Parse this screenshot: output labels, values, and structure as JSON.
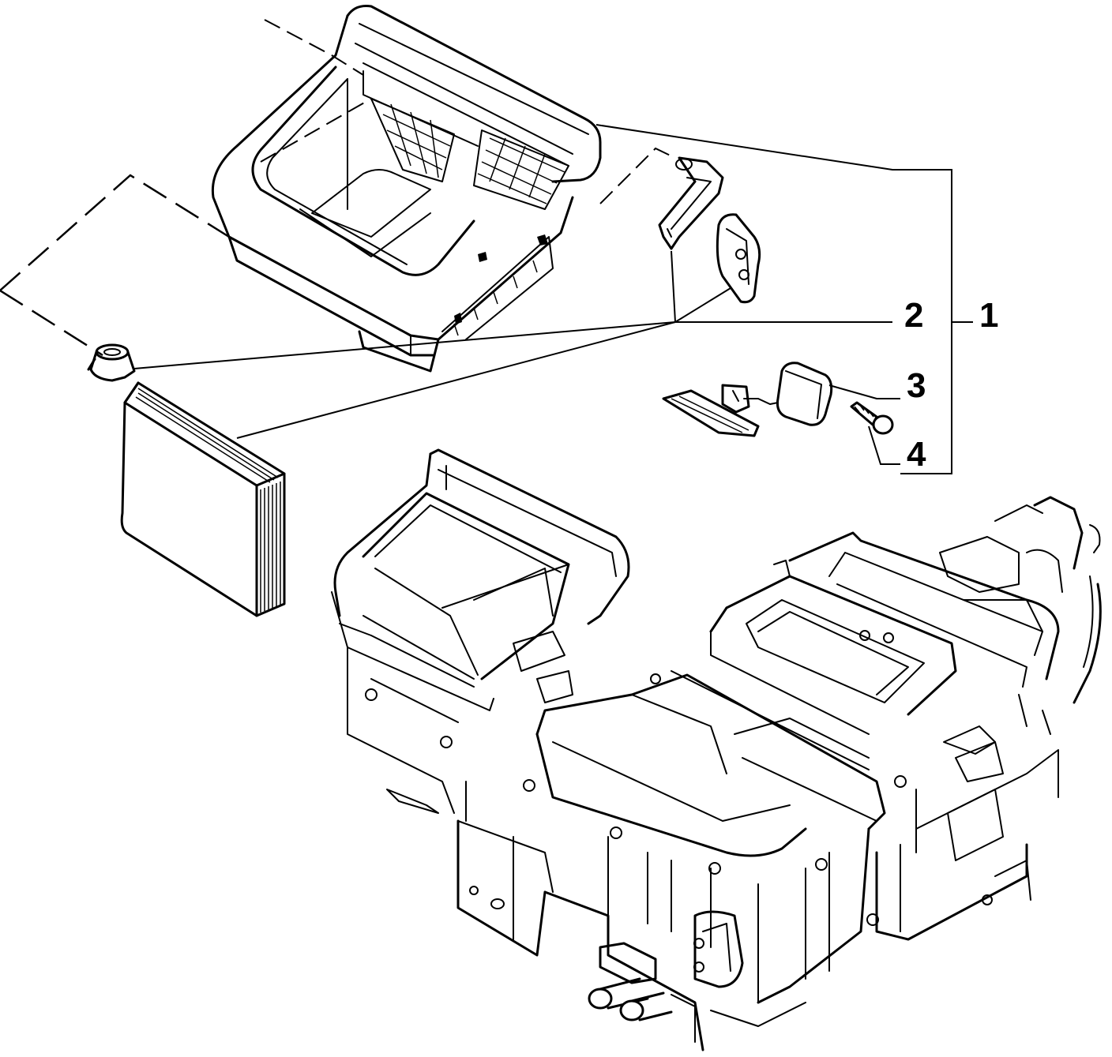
{
  "callouts": [
    {
      "id": "1",
      "label": "1",
      "part": "housing-kit"
    },
    {
      "id": "2",
      "label": "2",
      "part": "filter-and-clips"
    },
    {
      "id": "3",
      "label": "3",
      "part": "actuator-motor"
    },
    {
      "id": "4",
      "label": "4",
      "part": "screw"
    }
  ],
  "colors": {
    "line": "#000000",
    "background": "#ffffff"
  }
}
